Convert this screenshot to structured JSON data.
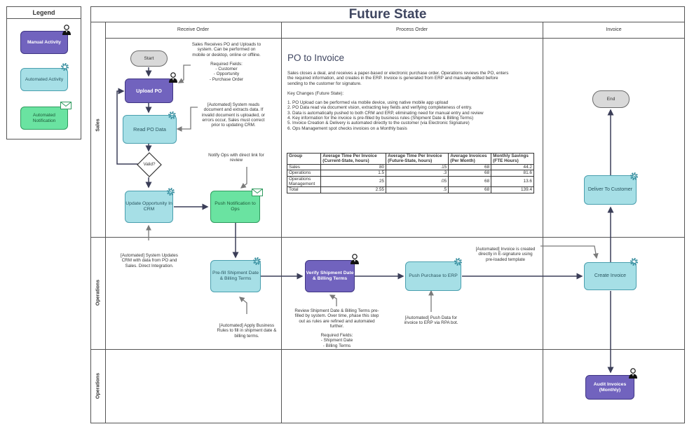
{
  "legend": {
    "title": "Legend",
    "manual": "Manual Activity",
    "automated": "Automated Activity",
    "notification": "Automated Notification"
  },
  "title": "Future State",
  "columns": [
    "Receive Order",
    "Process Order",
    "Invoice"
  ],
  "lanes": [
    "Sales",
    "Operations",
    "Operations"
  ],
  "nodes": {
    "start": "Start",
    "upload_po": "Upload PO",
    "read_po": "Read PO Data",
    "valid": "Valid?",
    "update_opportunity": "Update Opportunity In CRM",
    "push_notification": "Push Notification to Ops",
    "prefill": "Pre-fill Shipment Date & Billing Terms",
    "verify": "Verify Shipment Date & Billing Terms",
    "push_purchase": "Push Purchase to ERP",
    "create_invoice": "Create Invoice",
    "deliver": "Deliver To Customer",
    "end": "End",
    "audit": "Audit Invoices (Monthly)"
  },
  "notes": {
    "upload_l1": "Sales Receives PO and Uploads to",
    "upload_l2": "system. Can be performed on",
    "upload_l3": "mobile or desktop, online or offline.",
    "upload_l4": "Required Fields:",
    "upload_l5": "- Customer",
    "upload_l6": "- Opportunity",
    "upload_l7": "- Purchase Order",
    "read_l1": "[Automated] System reads",
    "read_l2": "document and extracts data. If",
    "read_l3": "invalid document is uploaded, or",
    "read_l4": "errors occur, Sales must correct",
    "read_l5": "prior to updating CRM.",
    "notify_l1": "Notify Ops with direct link for",
    "notify_l2": "review",
    "update_l1": "[Automated] System Updates",
    "update_l2": "CRM with data from PO and",
    "update_l3": "Sales. Direct Integration.",
    "rules_l1": "[Automated] Apply Business",
    "rules_l2": "Rules to fill in shipment date &",
    "rules_l3": "billing terms.",
    "review_l1": "Review Shipment Date & Billing Terms pre-",
    "review_l2": "filled by system. Over time, phase this step",
    "review_l3": "out as rules are refined and automated",
    "review_l4": "further.",
    "review_l5": "Required Fields:",
    "review_l6": "- Shipment Date",
    "review_l7": "- Billing Terms",
    "erp_l1": "[Automated] Push Data for",
    "erp_l2": "invoice to ERP via RPA bot.",
    "invoice_l1": "[Automated] Invoice is created",
    "invoice_l2": "directly in E-signature using",
    "invoice_l3": "pre-loaded template"
  },
  "summary": {
    "heading": "PO to Invoice",
    "para_l1": "Sales closes a deal, and receives a paper-based or electronic purchase order. Operations reviews the PO, enters",
    "para_l2": "the required information, and creates in the ERP. Invoice is generated from ERP and manually edited before",
    "para_l3": "sending to the customer for signature.",
    "changes_title": "Key Changes (Future State):",
    "changes": [
      "1. PO Upload can be performed via mobile device, using native mobile app upload",
      "2. PO Data read via document vision, extracting key fields and verifying completeness of entry.",
      "3. Data is automatically pushed to both CRM and ERP, eliminating need for manual entry and review",
      "4. Key information for the invoice is pre-filled by business rules (Shipment Date & Billing Terms)",
      "5. Invoice Creation & Delivery is automated directly to the customer (via Electronic Signature)",
      "6. Ops Management spot checks invoices on a Monthly basis"
    ],
    "table": {
      "headers": [
        "Group",
        "Average Time Per Invoice (Current-State, hours)",
        "Average Time Per Invoice (Future-State, hours)",
        "Average Invoices (Per Month)",
        "Monthly Savings (FTE Hours)"
      ],
      "rows": [
        [
          "Sales",
          "80",
          ".15",
          "68",
          "44.2"
        ],
        [
          "Operations",
          "1.5",
          ".3",
          "68",
          "81.6"
        ],
        [
          "Operations Management",
          "25",
          ".05",
          "68",
          "13.6"
        ],
        [
          "Total",
          "2.55",
          ".5",
          "68",
          "139.4"
        ]
      ]
    }
  },
  "colors": {
    "manual": "#7163be",
    "automated": "#a6dfe6",
    "notification": "#6ae3a1",
    "terminal": "#d9d9d9"
  }
}
